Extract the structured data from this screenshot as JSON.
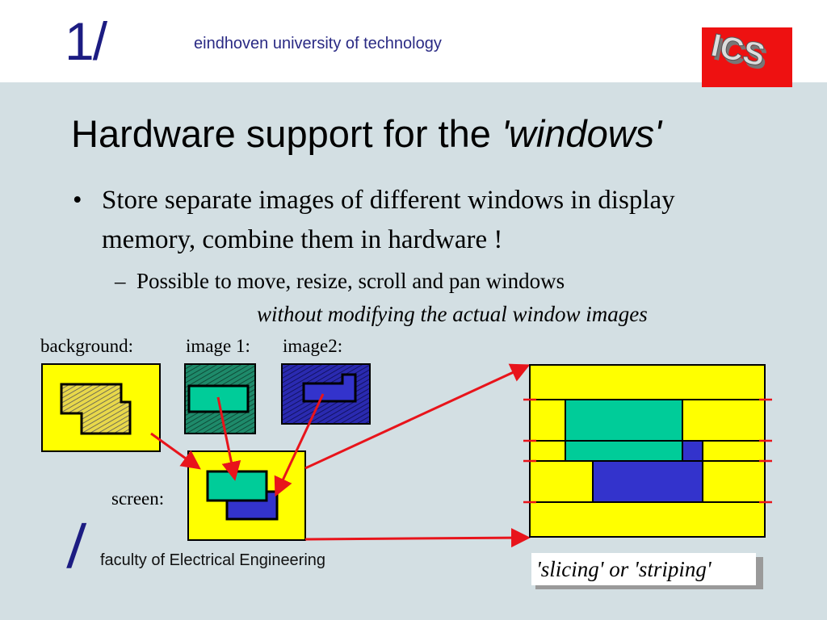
{
  "header": {
    "logo_mark": "1/",
    "university": "eindhoven university of technology",
    "badge_text": "ICS"
  },
  "slide": {
    "title_plain": "Hardware support for the ",
    "title_em": "'windows'",
    "bullet_symbol": "•",
    "bullet_text": "Store separate images of different windows in display memory, combine them in hardware !",
    "sub_dash": "–",
    "sub_text": "Possible to move, resize, scroll and pan windows",
    "sub_em": "without modifying the actual window images"
  },
  "diagram": {
    "label_background": "background:",
    "label_image1": "image 1:",
    "label_image2": "image2:",
    "label_screen": "screen:",
    "caption": "'slicing' or 'striping'",
    "colors": {
      "yellow": "#ffff00",
      "teal": "#00cc99",
      "blue": "#3333cc",
      "arrow": "#e8141b",
      "outline": "#000000"
    }
  },
  "footer": {
    "slash": "/",
    "faculty": "faculty of Electrical Engineering"
  }
}
